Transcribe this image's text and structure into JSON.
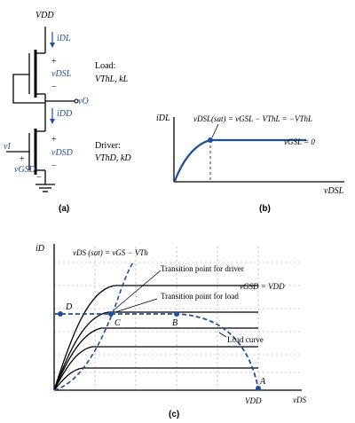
{
  "circuit": {
    "vdd": "VDD",
    "idl": "iDL",
    "vdsl": "vDSL",
    "plus": "+",
    "minus": "−",
    "load_label": "Load:",
    "load_params": "VThL, kL",
    "vo": "vO",
    "idd": "iDD",
    "vi": "vI",
    "vgsd": "vGSD",
    "vdsd": "vDSD",
    "driver_label": "Driver:",
    "driver_params": "VThD, kD",
    "caption": "(a)"
  },
  "load_char": {
    "y_label": "iDL",
    "x_label": "vDSL",
    "sat_eq": "vDSL(sat) = vGSL − VThL = −VThL",
    "curve_label": "vGSL = 0",
    "caption": "(b)"
  },
  "transfer": {
    "y_label": "iD",
    "x_label": "vDS",
    "sat_eq": "vDS (sat) = vGS − VTh",
    "driver_point": "Transition point for driver",
    "load_point": "Transition point for load",
    "vgsd_label": "vGSD = VDD",
    "load_curve": "Load curve",
    "point_d": "D",
    "point_c": "C",
    "point_b": "B",
    "point_a": "A",
    "vdd_tick": "VDD",
    "caption": "(c)"
  }
}
